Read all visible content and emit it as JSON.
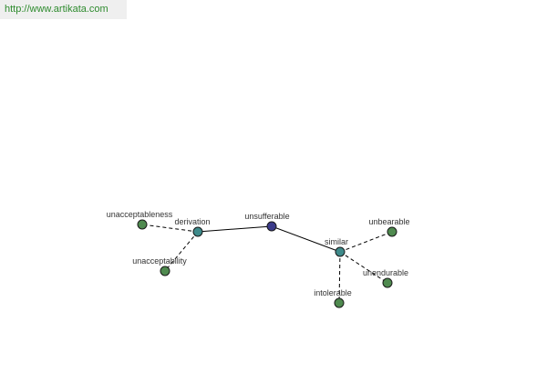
{
  "watermark": {
    "text": "http://www.artikata.com"
  },
  "colors": {
    "center_node": "#3b3b8a",
    "relation_node": "#3e8a8a",
    "word_node": "#4f8a4f",
    "edge": "#000000",
    "label": "#333333",
    "watermark_text": "#2e8b2e"
  },
  "graph": {
    "nodes": [
      {
        "id": "unsufferable",
        "label": "unsufferable",
        "kind": "center"
      },
      {
        "id": "derivation",
        "label": "derivation",
        "kind": "relation"
      },
      {
        "id": "similar",
        "label": "similar",
        "kind": "relation"
      },
      {
        "id": "unacceptableness",
        "label": "unacceptableness",
        "kind": "word"
      },
      {
        "id": "unacceptability",
        "label": "unacceptability",
        "kind": "word"
      },
      {
        "id": "unbearable",
        "label": "unbearable",
        "kind": "word"
      },
      {
        "id": "unendurable",
        "label": "unendurable",
        "kind": "word"
      },
      {
        "id": "intolerable",
        "label": "intolerable",
        "kind": "word"
      }
    ],
    "edges": [
      {
        "from": "unsufferable",
        "to": "derivation",
        "style": "solid"
      },
      {
        "from": "unsufferable",
        "to": "similar",
        "style": "solid"
      },
      {
        "from": "derivation",
        "to": "unacceptableness",
        "style": "dashed"
      },
      {
        "from": "derivation",
        "to": "unacceptability",
        "style": "dashed"
      },
      {
        "from": "similar",
        "to": "unbearable",
        "style": "dashed"
      },
      {
        "from": "similar",
        "to": "unendurable",
        "style": "dashed"
      },
      {
        "from": "similar",
        "to": "intolerable",
        "style": "dashed"
      }
    ]
  }
}
